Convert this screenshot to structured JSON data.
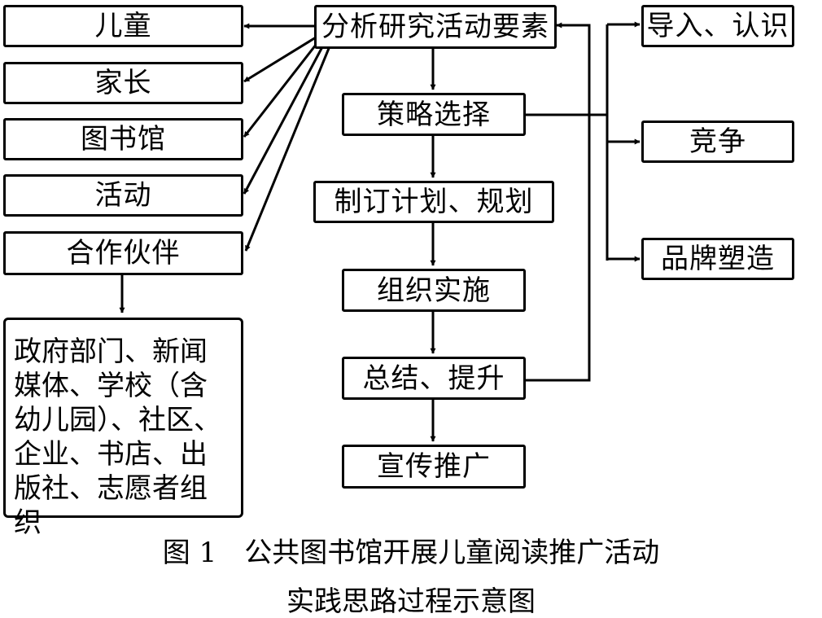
{
  "diagram": {
    "nodes": {
      "children": "儿童",
      "parents": "家长",
      "library": "图书馆",
      "activity": "活动",
      "partners": "合作伙伴",
      "partners_detail": "政府部门、新闻媒体、学校（含幼儿园）、社区、企业、书店、出版社、志愿者组织",
      "analyze": "分析研究活动要素",
      "strategy": "策略选择",
      "plan": "制订计划、规划",
      "implement": "组织实施",
      "summary": "总结、提升",
      "promote": "宣传推广",
      "intro": "导入、认识",
      "compete": "竞争",
      "brand": "品牌塑造"
    }
  },
  "caption": {
    "line1": "图 1　公共图书馆开展儿童阅读推广活动",
    "line2": "实践思路过程示意图"
  }
}
